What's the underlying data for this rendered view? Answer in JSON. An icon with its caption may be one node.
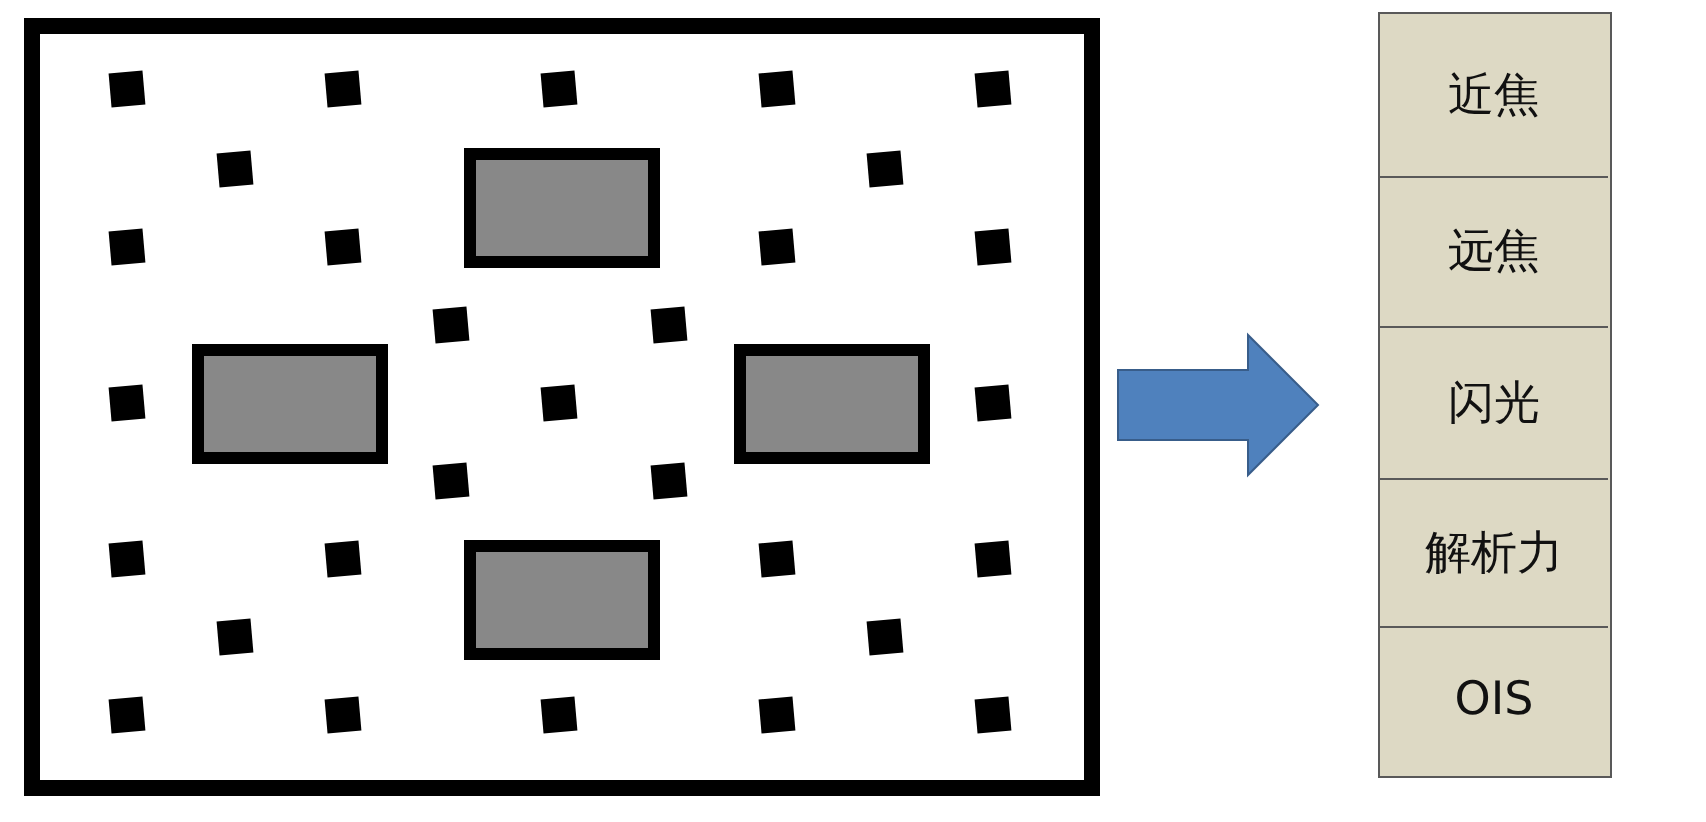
{
  "diagram": {
    "nodes": [
      {
        "text": [],
        "shape": "picture"
      },
      {
        "text": [],
        "shape": "box",
        "in": 0
      },
      {
        "text": [],
        "shape": "box",
        "in": 0
      },
      {
        "text": [],
        "shape": "box",
        "in": 0
      },
      {
        "text": [],
        "shape": "box",
        "in": 0
      },
      {
        "text": [],
        "shape": "box"
      },
      {
        "text": [
          "近焦"
        ],
        "in": 5
      },
      {
        "text": [
          "远焦"
        ],
        "in": 5
      },
      {
        "text": [
          "闪光"
        ],
        "in": 5
      },
      {
        "text": [
          "解析力"
        ],
        "in": 5
      },
      {
        "text": [
          "OIS"
        ],
        "in": 5
      }
    ],
    "edges": [
      {
        "from": 0,
        "to": 5,
        "arrow": "to"
      }
    ]
  }
}
